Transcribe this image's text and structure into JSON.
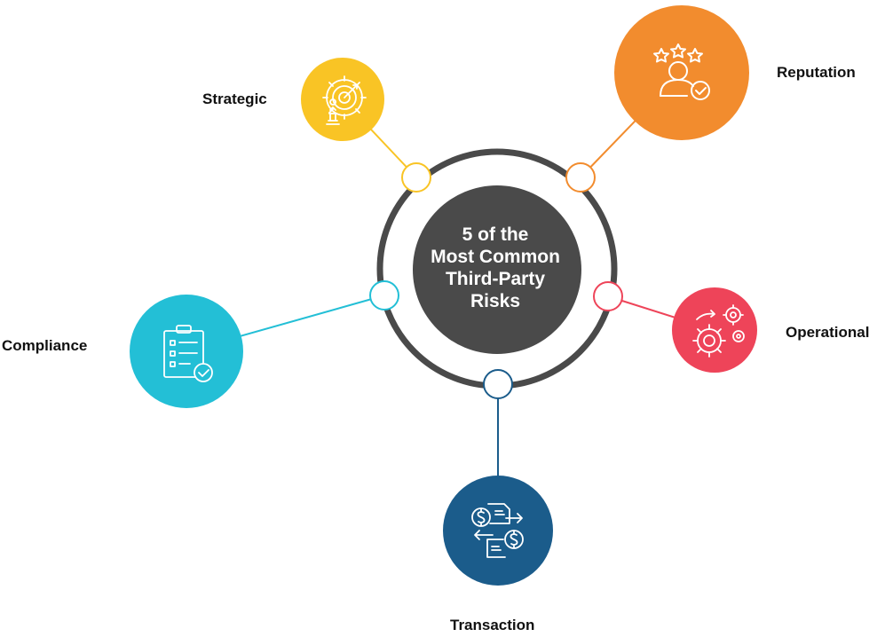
{
  "center": {
    "lines": [
      "5 of the",
      "Most Common",
      "Third-Party",
      "Risks"
    ]
  },
  "nodes": {
    "strategic": {
      "label": "Strategic",
      "color": "#F9C425",
      "icon": "gear-chess-target-icon"
    },
    "reputation": {
      "label": "Reputation",
      "color": "#F28C2E",
      "icon": "person-stars-check-icon"
    },
    "operational": {
      "label": "Operational",
      "color": "#EE4459",
      "icon": "gears-icon"
    },
    "transaction": {
      "label": "Transaction",
      "color": "#1B5C8B",
      "icon": "money-exchange-icon"
    },
    "compliance": {
      "label": "Compliance",
      "color": "#23BFD6",
      "icon": "clipboard-check-icon"
    }
  },
  "colors": {
    "ring": "#4A4A4A",
    "hub": "#4A4A4A",
    "text": "#111111"
  }
}
